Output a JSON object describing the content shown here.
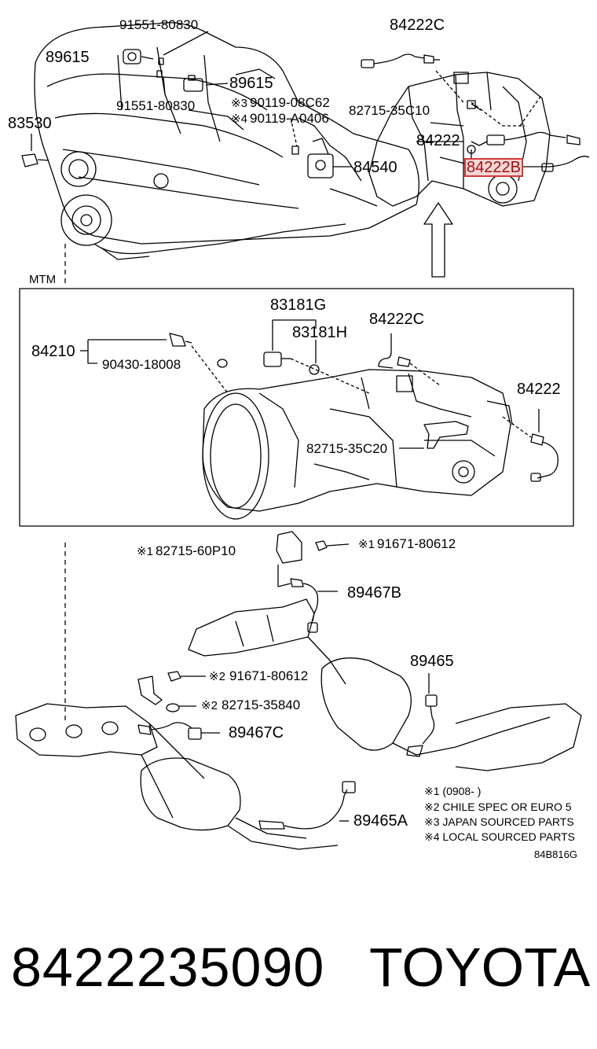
{
  "top_labels": {
    "p91551_top": "91551-80830",
    "p89615_left": "89615",
    "p89615_right": "89615",
    "p91551_mid": "91551-80830",
    "p90119_08c62": "90119-08C62",
    "p90119_a0406": "90119-A0406",
    "p83530": "83530",
    "p84222c_top": "84222C",
    "p82715_35c10": "82715-35C10",
    "p84222_top": "84222",
    "p84540": "84540",
    "p84222b": "84222B",
    "mark3": "※3",
    "mark4": "※4"
  },
  "mtm_label": "MTM",
  "box_labels": {
    "p83181g": "83181G",
    "p83181h": "83181H",
    "p84222c_box": "84222C",
    "p84210": "84210",
    "p90430": "90430-18008",
    "p84222_box": "84222",
    "p82715_35c20": "82715-35C20"
  },
  "bottom_labels": {
    "p82715_60p10": "82715-60P10",
    "p91671_top": "91671-80612",
    "p89467b": "89467B",
    "p89465": "89465",
    "p91671_mid": "91671-80612",
    "p82715_35840": "82715-35840",
    "p89467c": "89467C",
    "p89465a": "89465A",
    "mark1a": "※1",
    "mark1b": "※1",
    "mark2a": "※2",
    "mark2b": "※2"
  },
  "notes": [
    "※1 (0908-     )",
    "※2 CHILE SPEC OR EURO 5",
    "※3 JAPAN SOURCED PARTS",
    "※4 LOCAL SOURCED PARTS"
  ],
  "diagram_code": "84B816G",
  "footer": {
    "part_number": "8422235090",
    "brand": "TOYOTA"
  },
  "colors": {
    "highlight_border": "#d23a3a",
    "highlight_fill": "#f6d6d6",
    "line": "#000000"
  }
}
